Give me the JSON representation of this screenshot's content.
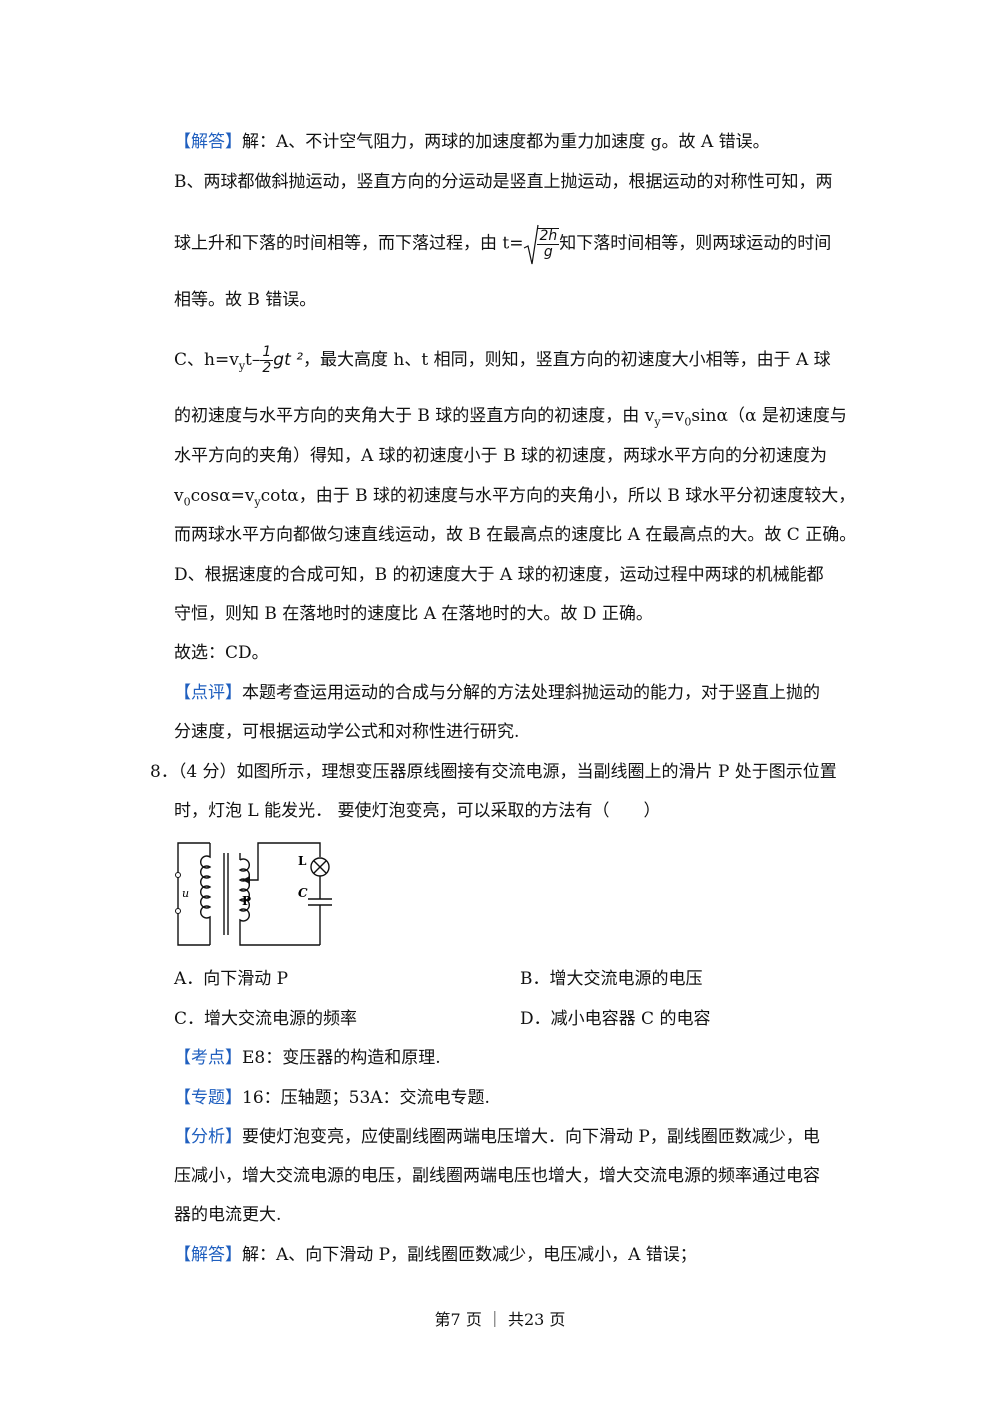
{
  "paragraphs": {
    "p1_tag": "【解答】",
    "p1": "解：A、不计空气阻力，两球的加速度都为重力加速度 g。故 A 错误。",
    "p2": "B、两球都做斜抛运动，竖直方向的分运动是竖直上抛运动，根据运动的对称性可知，两",
    "p3_a": "球上升和下落的时间相等，而下落过程，由 t=",
    "p3_num": "2h",
    "p3_den": "g",
    "p3_b": "知下落时间相等，则两球运动的时间",
    "p4": "相等。故 B 错误。",
    "p5_a": "C、h=v",
    "p5_sub": "y",
    "p5_b": "t–",
    "p5_num": "1",
    "p5_den": "2",
    "p5_c": "gt ²",
    "p5_d": "，最大高度 h、t 相同，则知，竖直方向的初速度大小相等，由于 A 球",
    "p6": "的初速度与水平方向的夹角大于 B 球的竖直方向的初速度，由 v",
    "p6_sub1": "y",
    "p6_mid": "=v",
    "p6_sub2": "0",
    "p6_end": "sinα（α 是初速度与",
    "p7": "水平方向的夹角）得知，A 球的初速度小于 B 球的初速度，两球水平方向的分初速度为",
    "p8_a": "v",
    "p8_sub1": "0",
    "p8_b": "cosα=v",
    "p8_sub2": "y",
    "p8_c": "cotα，由于 B 球的初速度与水平方向的夹角小，所以 B 球水平分初速度较大，",
    "p9": "而两球水平方向都做匀速直线运动，故 B 在最高点的速度比 A 在最高点的大。故 C 正确。",
    "p10": "D、根据速度的合成可知，B 的初速度大于 A 球的初速度，运动过程中两球的机械能都",
    "p11": "守恒，则知 B 在落地时的速度比 A 在落地时的大。故 D 正确。",
    "p12": "故选：CD。",
    "p13_tag": "【点评】",
    "p13": "本题考查运用运动的合成与分解的方法处理斜抛运动的能力，对于竖直上抛的",
    "p14": "分速度，可根据运动学公式和对称性进行研究."
  },
  "question": {
    "number": "8．",
    "line1": "（4 分）如图所示，理想变压器原线圈接有交流电源，当副线圈上的滑片 P 处于图示位置",
    "line2": "时，灯泡 L 能发光．  要使灯泡变亮，可以采取的方法有（　　）",
    "figure_labels": {
      "u": "u",
      "p": "P",
      "l": "L",
      "c": "C"
    },
    "options": {
      "a": "A．向下滑动 P",
      "b": "B．增大交流电源的电压",
      "c": "C．增大交流电源的频率",
      "d": "D．减小电容器 C 的电容"
    }
  },
  "analysis": {
    "kaodian_tag": "【考点】",
    "kaodian": "E8：变压器的构造和原理.",
    "zhuanti_tag": "【专题】",
    "zhuanti": "16：压轴题；53A：交流电专题.",
    "fenxi_tag": "【分析】",
    "fenxi1": "要使灯泡变亮，应使副线圈两端电压增大．向下滑动 P，副线圈匝数减少，电",
    "fenxi2": "压减小，增大交流电源的电压，副线圈两端电压也增大，增大交流电源的频率通过电容",
    "fenxi3": "器的电流更大.",
    "jieda_tag": "【解答】",
    "jieda": "解：A、向下滑动 P，副线圈匝数减少，电压减小，A 错误；"
  },
  "footer": "第7 页 ｜ 共23 页",
  "colors": {
    "tag": "#1f5fbf",
    "text": "#111111"
  }
}
